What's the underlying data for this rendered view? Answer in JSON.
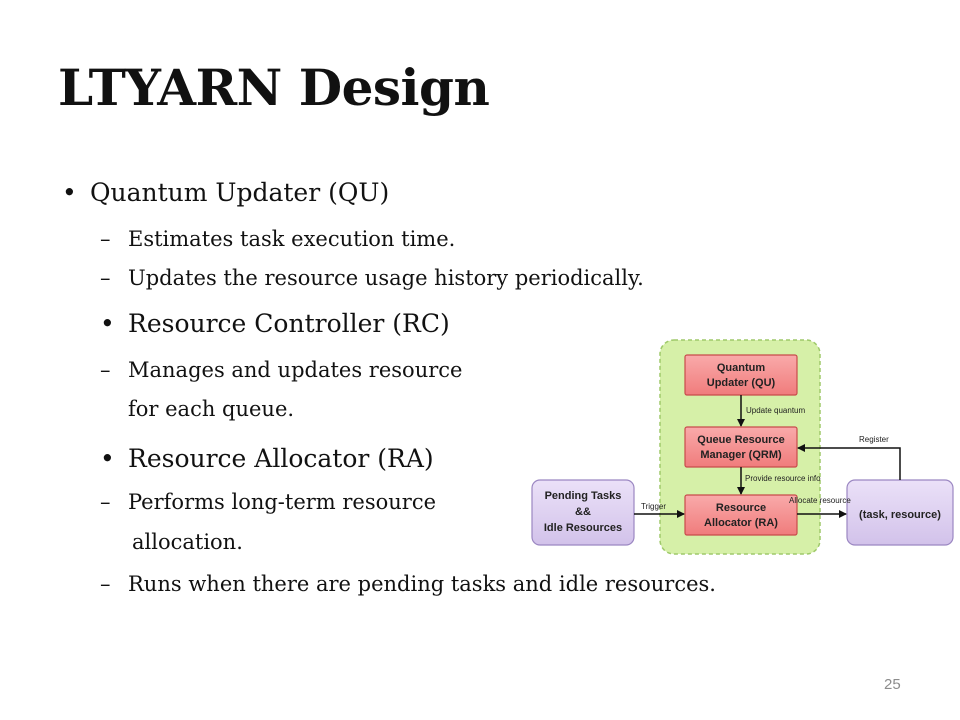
{
  "slide": {
    "title": "LTYARN Design",
    "page_number": "25"
  },
  "bullets": {
    "qu": "Quantum Updater (QU)",
    "qu_sub1": "Estimates task execution time.",
    "qu_sub2": "Updates the resource usage history periodically.",
    "rc": "Resource Controller (RC)",
    "rc_sub1_a": "Manages and updates resource",
    "rc_sub1_b": "for each queue.",
    "ra": "Resource Allocator (RA)",
    "ra_sub1_a": "Performs long-term resource",
    "ra_sub1_b": "allocation.",
    "ra_sub2": "Runs when there are pending tasks and idle resources."
  },
  "symbols": {
    "bullet": "•",
    "dash": "–"
  },
  "diagram": {
    "qu_box_line1": "Quantum",
    "qu_box_line2": "Updater (QU)",
    "qrm_box_line1": "Queue Resource",
    "qrm_box_line2": "Manager (QRM)",
    "ra_box_line1": "Resource",
    "ra_box_line2": "Allocator (RA)",
    "pending_line1": "Pending Tasks",
    "pending_line2": "&&",
    "pending_line3": "Idle Resources",
    "task_box": "(task, resource)",
    "label_update_quantum": "Update quantum",
    "label_provide_info": "Provide resource info",
    "label_trigger": "Trigger",
    "label_allocate": "Allocate resource",
    "label_register": "Register",
    "colors": {
      "container_fill": "#d6f0a8",
      "container_stroke": "#9fc96a",
      "red_fill": "#f58f8f",
      "red_stroke": "#c84b4b",
      "purple_fill": "#dccdf0",
      "purple_stroke": "#9b87c2"
    }
  }
}
